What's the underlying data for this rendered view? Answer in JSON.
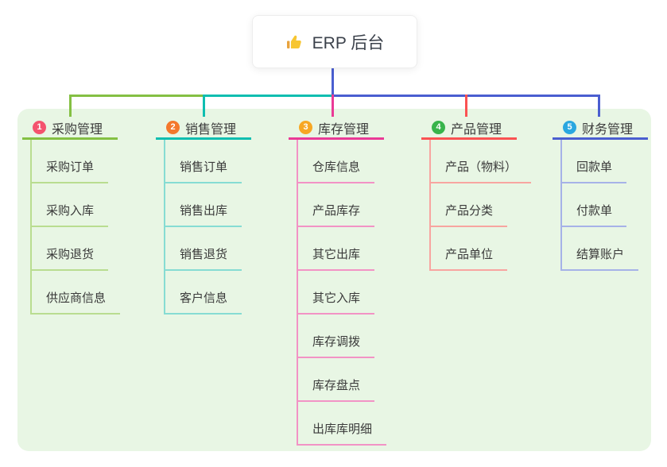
{
  "root": {
    "label": "ERP 后台",
    "icon": "thumbs-up-icon",
    "connector_color": "#4a5ed0"
  },
  "canvas": {
    "panel_bg": "#e8f6e4",
    "page_bg": "#ffffff"
  },
  "branches": [
    {
      "number": "1",
      "label": "采购管理",
      "badge_color": "#f4536e",
      "line_color": "#84c043",
      "child_line_color": "#b9dd90",
      "children": [
        "采购订单",
        "采购入库",
        "采购退货",
        "供应商信息"
      ]
    },
    {
      "number": "2",
      "label": "销售管理",
      "badge_color": "#f4782c",
      "line_color": "#0ebeb0",
      "child_line_color": "#86dcd3",
      "children": [
        "销售订单",
        "销售出库",
        "销售退货",
        "客户信息"
      ]
    },
    {
      "number": "3",
      "label": "库存管理",
      "badge_color": "#f7a723",
      "line_color": "#ea3a96",
      "child_line_color": "#f293c5",
      "children": [
        "仓库信息",
        "产品库存",
        "其它出库",
        "其它入库",
        "库存调拨",
        "库存盘点",
        "出库库明细"
      ]
    },
    {
      "number": "4",
      "label": "产品管理",
      "badge_color": "#38b44b",
      "line_color": "#fa5252",
      "child_line_color": "#f8a5a0",
      "children": [
        "产品（物料）",
        "产品分类",
        "产品单位"
      ]
    },
    {
      "number": "5",
      "label": "财务管理",
      "badge_color": "#2aa7e0",
      "line_color": "#4a5ed0",
      "child_line_color": "#a6b2e8",
      "children": [
        "回款单",
        "付款单",
        "结算账户"
      ]
    }
  ]
}
